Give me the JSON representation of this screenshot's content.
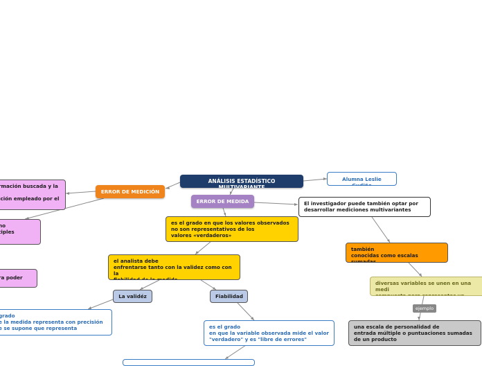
{
  "nodes": {
    "central": "ANÁLISIS ESTADÍSTICO MULTIVARIANTE",
    "author": "Alumna Leslie Gudiño",
    "error_medicion": "ERROR DE MEDICIÓN",
    "error_medida": "ERROR DE MEDIDA",
    "investigador": "El investigador puede también optar por\ndesarrollar mediciones multivariantes",
    "grado_valores": "es el grado en que los valores observados\nno son representativos de los\nvalores «verdaderos»",
    "analista": "el analista debe\nenfrentarse tanto con la validez como con la\nfiabilidad de la medida",
    "validez": "La validéz",
    "fiabilidad": "Fiabilidad",
    "tambien": "también\nconocidas como escalas sumadas",
    "diversas": "diversas variables se unen en una medi\ncompuesta para representar un concep",
    "escala": "una escala de personalidad de\nentrada múltiple o puntuaciones sumadas\nde un producto",
    "validez_def": "grado\ne la medida representa con precisión\ne se supone que representa",
    "fiabilidad_def": "es el grado\nen que la variable observada mide el valor\n\"verdadero\" y es \"libre de errores\"",
    "pink_1": "rmación buscada y la\n\nición empleado por el",
    "pink_2": "no\ntiples",
    "pink_3": "ra poder"
  },
  "labels": {
    "ejemplo": "ejemplo"
  },
  "colors": {
    "central": "#1f3d6b",
    "orange": "#f0841c",
    "purple": "#a482c4",
    "yellow": "#ffd200",
    "pink": "#f1b2f5",
    "link": "#8a8a8a"
  }
}
